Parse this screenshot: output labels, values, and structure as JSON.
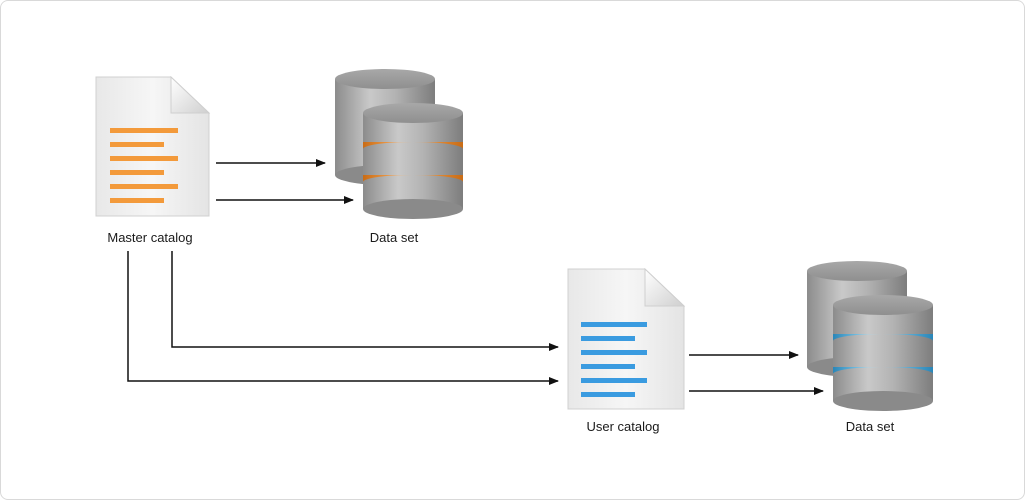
{
  "nodes": {
    "master_catalog": {
      "label": "Master catalog",
      "accent": "#f39a3b"
    },
    "master_dataset": {
      "label": "Data set",
      "accent": "#f39a3b"
    },
    "user_catalog": {
      "label": "User catalog",
      "accent": "#3a9be0"
    },
    "user_dataset": {
      "label": "Data set",
      "accent": "#4fb6e6"
    }
  },
  "edges": [
    {
      "from": "master_catalog",
      "to": "master_dataset",
      "count": 2
    },
    {
      "from": "master_catalog",
      "to": "user_catalog",
      "count": 2
    },
    {
      "from": "user_catalog",
      "to": "user_dataset",
      "count": 2
    }
  ]
}
